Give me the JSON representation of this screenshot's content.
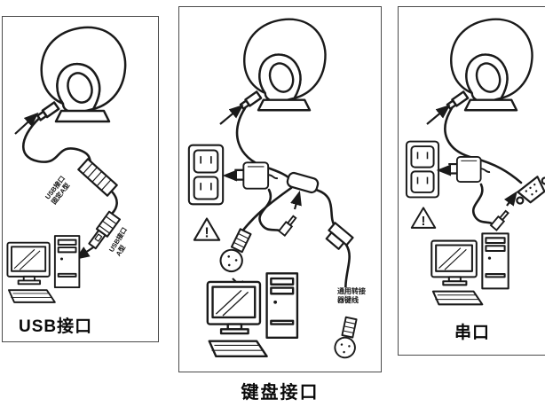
{
  "warning_mark": "!",
  "panels": {
    "usb": {
      "title": "USB接口",
      "inline_label": "USB接口\n固定A型",
      "plug_label": "USB接口\nA型"
    },
    "keyboard": {
      "title": "键盘接口",
      "note": "通用转接\n器键线"
    },
    "serial": {
      "title": "串口"
    }
  }
}
